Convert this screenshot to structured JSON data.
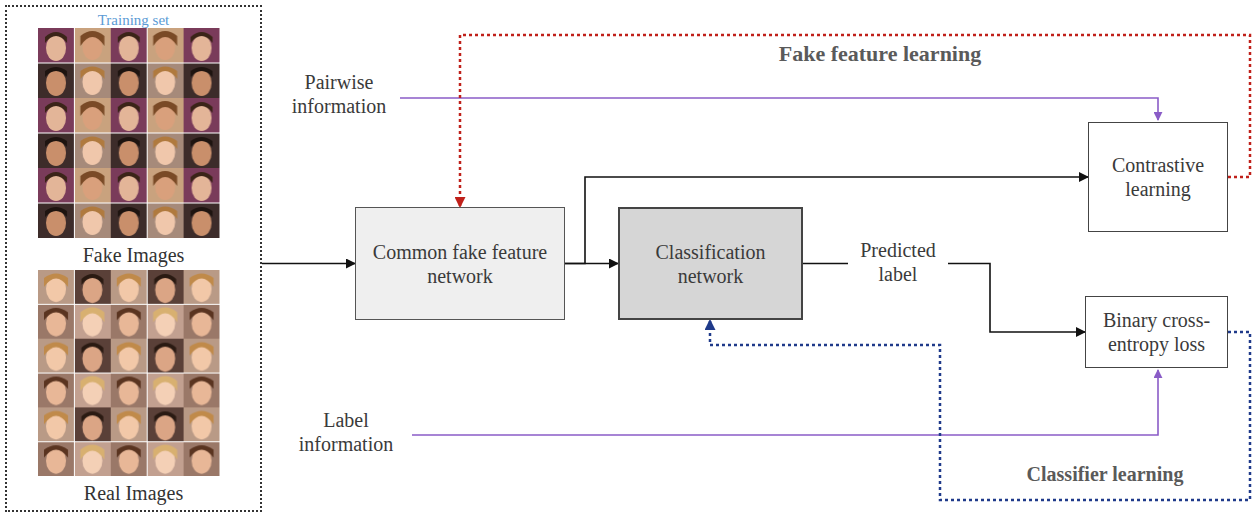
{
  "diagram": {
    "nodes": [
      {
        "text": [
          "Training set",
          "Fake Images",
          "Real Images"
        ]
      },
      {
        "text": [
          "Common fake feature network"
        ]
      },
      {
        "text": [
          "Classification network"
        ]
      },
      {
        "text": [
          "Contrastive learning"
        ]
      },
      {
        "text": [
          "Binary cross-entropy loss"
        ]
      }
    ],
    "edges": [
      {
        "from": 0,
        "to": 1,
        "arrow": "to"
      },
      {
        "from": 1,
        "to": 2,
        "arrow": "to"
      },
      {
        "from": 1,
        "to": 3,
        "arrow": "to"
      },
      {
        "from": 2,
        "to": 4,
        "label": "Predicted label",
        "arrow": "to"
      },
      {
        "from": 3,
        "to": 1,
        "label": "Fake feature learning",
        "arrow": "to"
      },
      {
        "from": 4,
        "to": 2,
        "label": "Classifier learning",
        "arrow": "to"
      }
    ],
    "labels": [
      "Pairwise information",
      "Label information"
    ]
  }
}
